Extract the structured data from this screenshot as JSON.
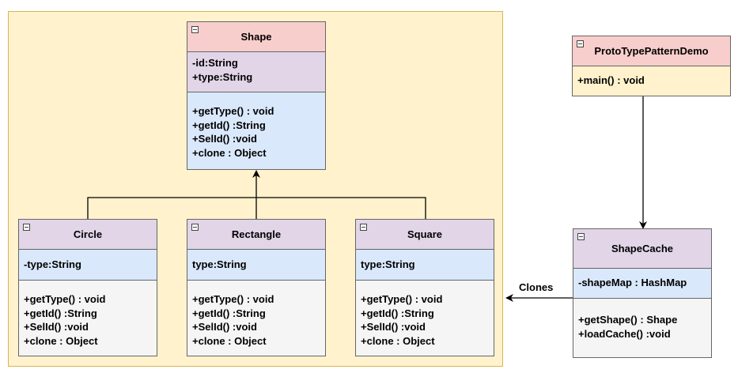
{
  "labels": {
    "clones": "Clones"
  },
  "classes": {
    "shape": {
      "name": "Shape",
      "fields": [
        "-id:String",
        "+type:String"
      ],
      "methods": [
        "+getType() : void",
        "+getId() :String",
        "+SelId() :void",
        "+clone : Object"
      ]
    },
    "circle": {
      "name": "Circle",
      "fields": [
        "-type:String"
      ],
      "methods": [
        "+getType() : void",
        "+getId() :String",
        "+SelId() :void",
        "+clone : Object"
      ]
    },
    "rectangle": {
      "name": "Rectangle",
      "fields": [
        "type:String"
      ],
      "methods": [
        "+getType() : void",
        "+getId() :String",
        "+SelId() :void",
        "+clone : Object"
      ]
    },
    "square": {
      "name": "Square",
      "fields": [
        "type:String"
      ],
      "methods": [
        "+getType() : void",
        "+getId() :String",
        "+SelId() :void",
        "+clone : Object"
      ]
    },
    "demo": {
      "name": "ProtoTypePatternDemo",
      "methods": [
        "+main() : void"
      ]
    },
    "cache": {
      "name": "ShapeCache",
      "fields": [
        "-shapeMap : HashMap"
      ],
      "methods": [
        "+getShape() : Shape",
        "+loadCache() :void"
      ]
    }
  },
  "colors": {
    "frame_fill": "#fff2cc",
    "header_pink": "#f8cecc",
    "header_purple": "#e1d5e7",
    "fields_blue": "#dae8fc",
    "methods_grey": "#f5f5f5"
  }
}
